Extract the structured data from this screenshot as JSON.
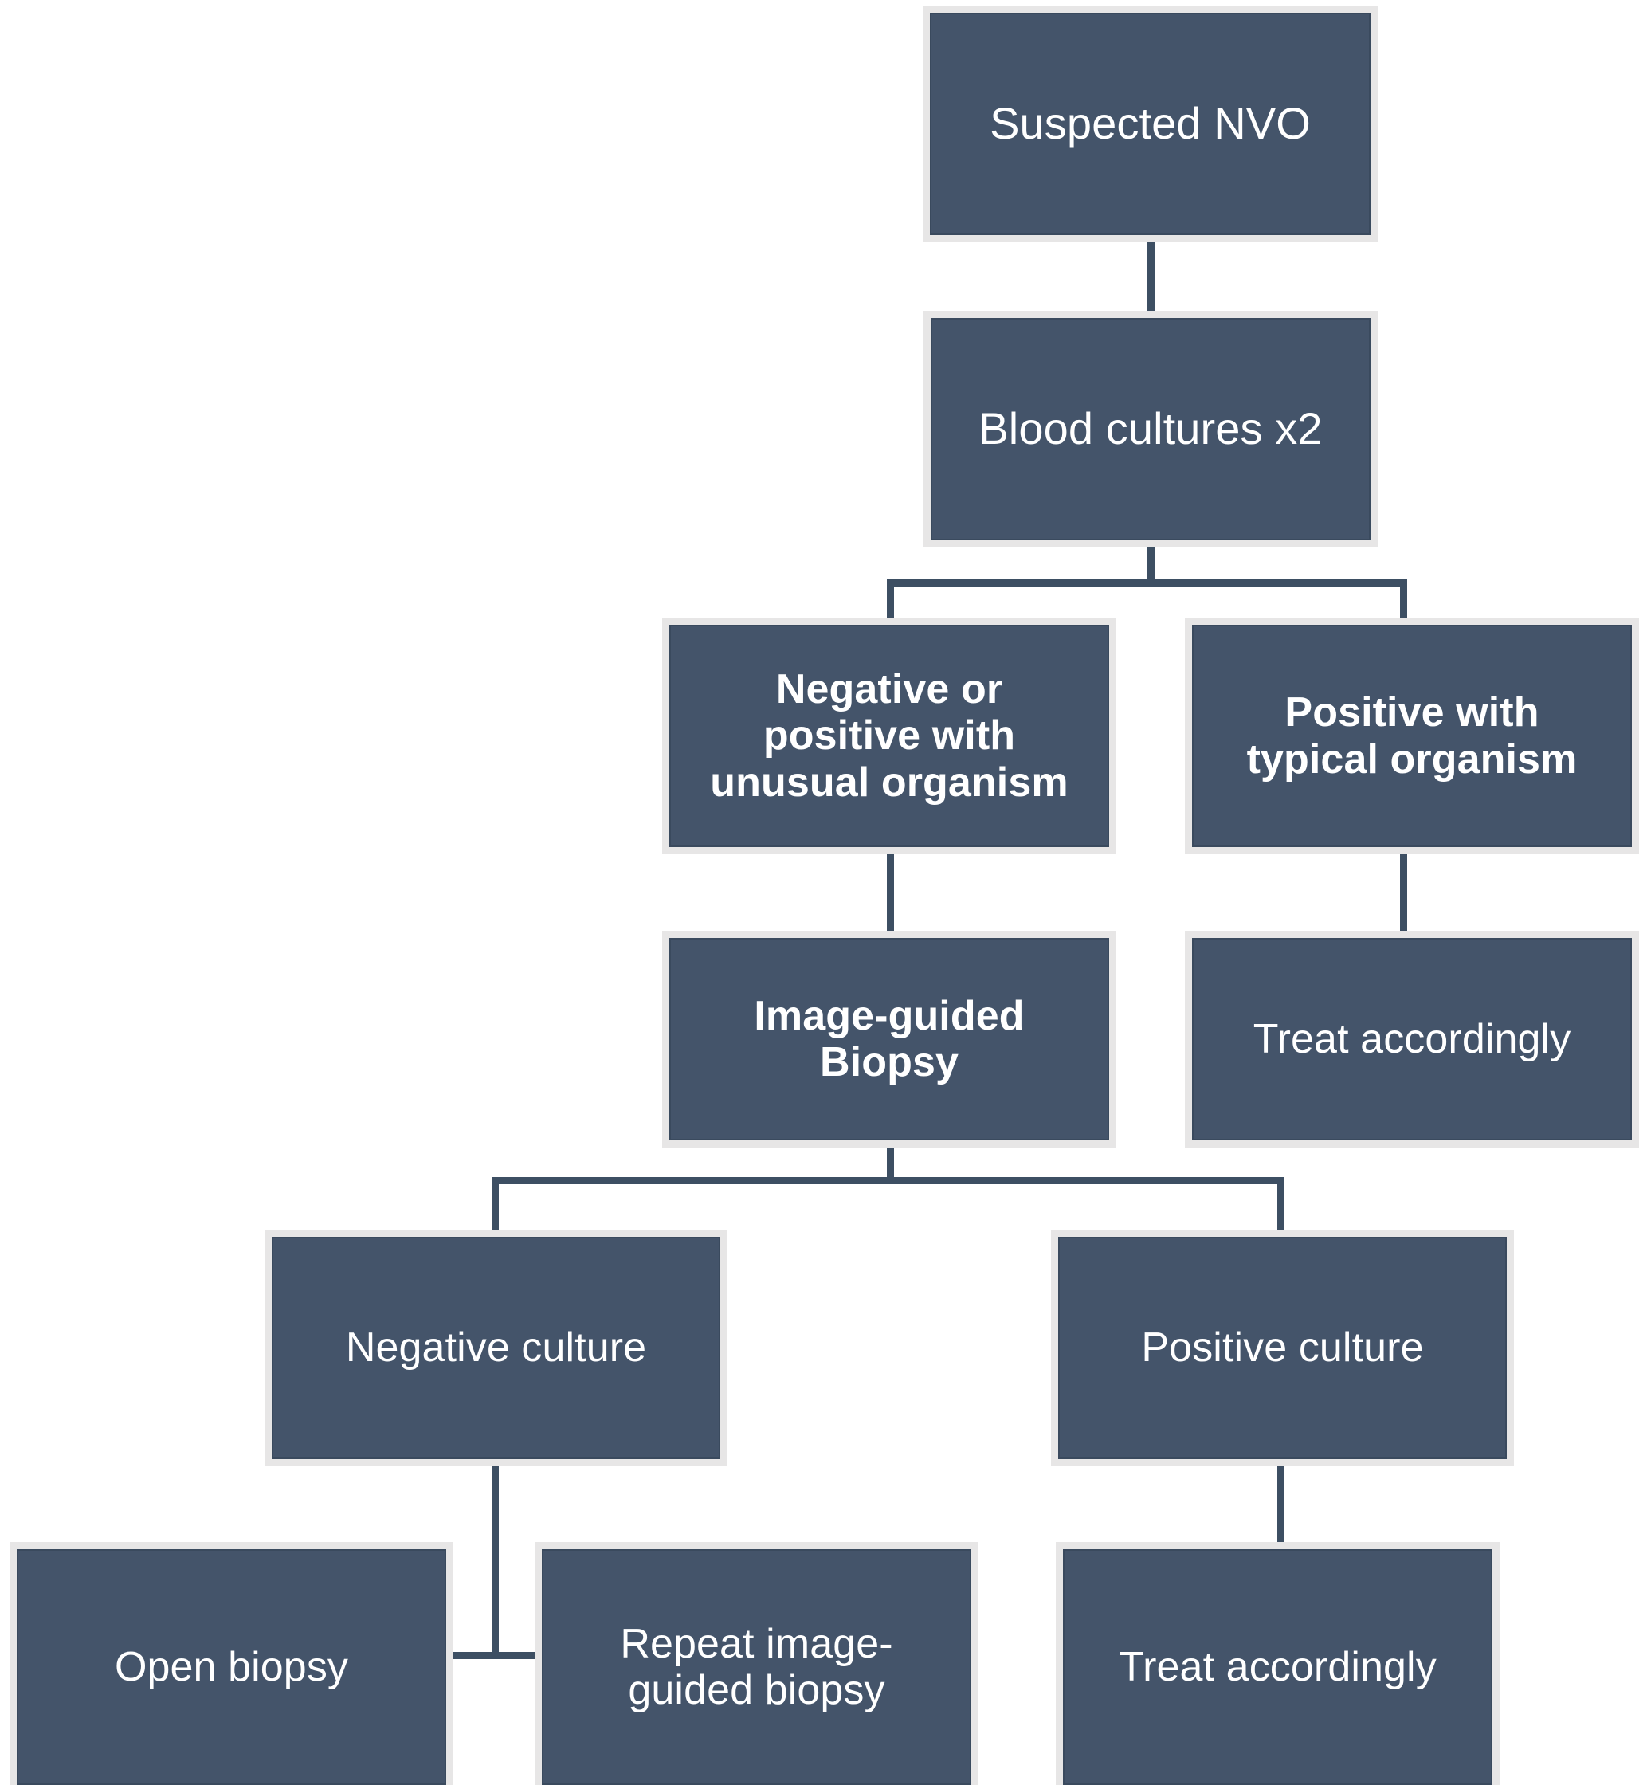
{
  "diagram": {
    "title": "Suspected NVO diagnostic workup flowchart",
    "colors": {
      "node_fill": "#44546a",
      "node_border": "#3a4a5e",
      "node_outline": "#e7e6e6",
      "node_text": "#ffffff",
      "connector": "#3d4f63",
      "background": "#ffffff"
    },
    "nodes": [
      {
        "id": "suspected-nvo",
        "text": "Suspected NVO"
      },
      {
        "id": "blood-cultures",
        "text": "Blood cultures x2"
      },
      {
        "id": "negative-or-unusual",
        "text": "Negative or\npositive with\nunusual organism"
      },
      {
        "id": "positive-typical",
        "text": "Positive with\ntypical organism"
      },
      {
        "id": "image-guided-biopsy",
        "text": "Image-guided\nBiopsy"
      },
      {
        "id": "treat-accordingly-top",
        "text": "Treat accordingly"
      },
      {
        "id": "negative-culture",
        "text": "Negative culture"
      },
      {
        "id": "positive-culture",
        "text": "Positive culture"
      },
      {
        "id": "open-biopsy",
        "text": "Open biopsy"
      },
      {
        "id": "repeat-biopsy",
        "text": "Repeat image-\nguided biopsy"
      },
      {
        "id": "treat-accordingly-bot",
        "text": "Treat accordingly"
      }
    ]
  }
}
